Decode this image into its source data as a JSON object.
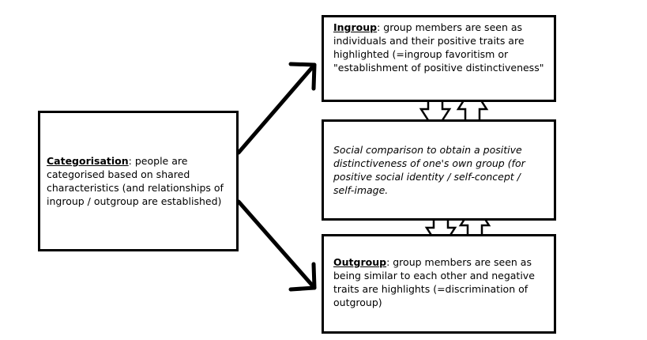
{
  "categorisation": {
    "term": "Categorisation",
    "text": ": people are categorised based on shared characteristics (and relationships of ingroup / outgroup are established)"
  },
  "ingroup": {
    "term": "Ingroup",
    "text": ": group members are seen as individuals and their positive traits are highlighted (=ingroup favoritism or \"establishment of positive distinctiveness\""
  },
  "social_comparison": {
    "text": "Social comparison to obtain a positive distinctiveness of one's own group (for positive social identity / self-concept / self-image."
  },
  "outgroup": {
    "term": "Outgroup",
    "text": ": group members are seen as being similar to each other and negative traits are highlights (=discrimination of outgroup)"
  }
}
